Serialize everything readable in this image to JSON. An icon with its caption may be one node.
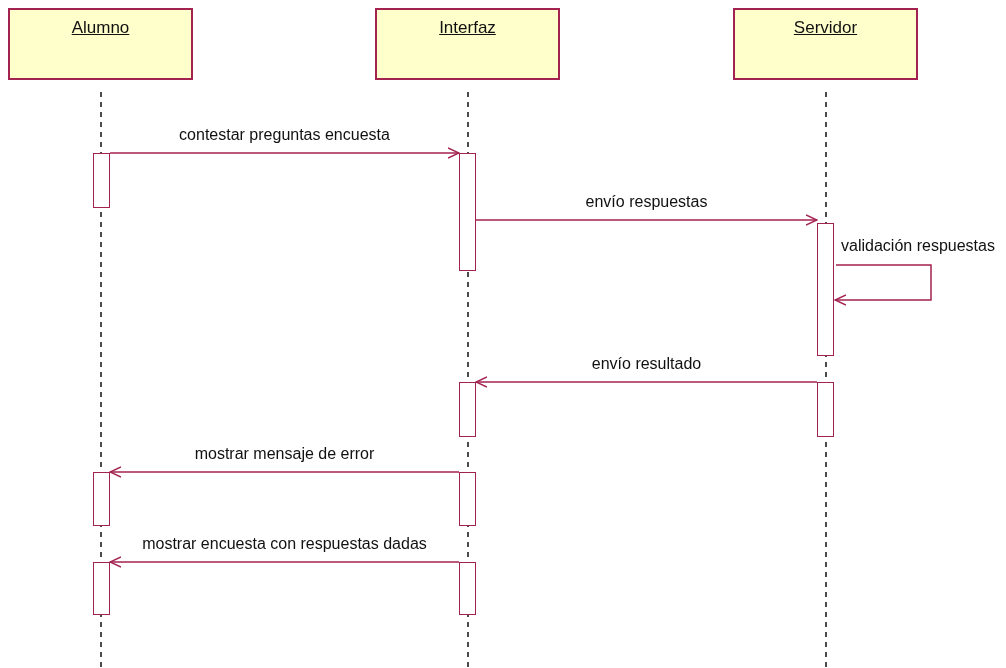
{
  "diagram": {
    "nodes": [
      {
        "text": [
          "Alumno"
        ]
      },
      {
        "text": [
          "Interfaz"
        ]
      },
      {
        "text": [
          "Servidor"
        ]
      },
      {
        "text": [],
        "shape": "bar"
      },
      {
        "text": [],
        "shape": "bar"
      },
      {
        "text": [],
        "shape": "bar"
      },
      {
        "text": [],
        "shape": "bar"
      },
      {
        "text": [],
        "shape": "bar"
      },
      {
        "text": [],
        "shape": "bar"
      },
      {
        "text": [],
        "shape": "bar"
      },
      {
        "text": [],
        "shape": "bar"
      },
      {
        "text": [],
        "shape": "bar"
      }
    ],
    "edges": [
      {
        "from": 3,
        "to": 4,
        "arrow": "to",
        "label": "contestar preguntas encuesta"
      },
      {
        "from": 4,
        "to": 5,
        "arrow": "to",
        "label": "envío respuestas"
      },
      {
        "from": 5,
        "to": 5,
        "arrow": "to",
        "label": "validación respuestas"
      },
      {
        "from": 7,
        "to": 6,
        "arrow": "to",
        "label": "envío resultado"
      },
      {
        "from": 9,
        "to": 8,
        "arrow": "to",
        "label": "mostrar mensaje de error"
      },
      {
        "from": 11,
        "to": 10,
        "arrow": "to",
        "label": "mostrar encuesta con respuestas dadas"
      }
    ]
  }
}
